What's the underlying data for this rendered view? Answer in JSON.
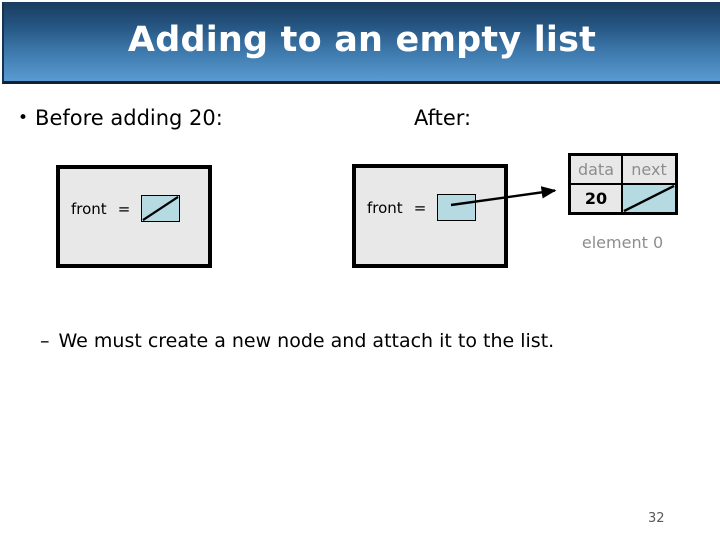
{
  "slide": {
    "title": "Adding to an empty list",
    "page_number": "32",
    "background_color": "#ffffff"
  },
  "title_bar": {
    "gradient_top_color": "#1b3c5e",
    "gradient_bottom_color": "#5a9bd3",
    "text_color": "#ffffff"
  },
  "content": {
    "bullet_marker": "•",
    "before_label": "Before adding 20:",
    "after_label": "After:",
    "sub_bullet_marker": "–",
    "sub_bullet_text": "We must create a new node and attach it to the list."
  },
  "before_diagram": {
    "variable_name": "front",
    "equals_sign": "=",
    "pointer_state": "null",
    "box_fill_color": "#e8e8e8",
    "pointer_fill_color": "#b5dae1"
  },
  "after_diagram": {
    "variable_name": "front",
    "equals_sign": "=",
    "pointer_state": "points-to-node",
    "box_fill_color": "#e8e8e8",
    "pointer_fill_color": "#b5dae1"
  },
  "node": {
    "headers": [
      "data",
      "next"
    ],
    "data_value": "20",
    "next_state": "null",
    "caption": "element 0",
    "header_text_color": "#8d8d8d",
    "next_fill_color": "#b5dae1"
  }
}
